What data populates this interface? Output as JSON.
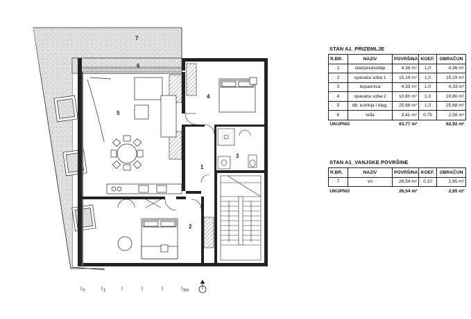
{
  "plan": {
    "room_numbers": [
      "7",
      "6",
      "5",
      "4",
      "3",
      "1",
      "2"
    ],
    "scale": {
      "ticks": [
        "0",
        "1",
        "5m"
      ]
    }
  },
  "table1": {
    "title": "STAN A1_PRIZEMLJE",
    "headers": [
      "R.BR.",
      "NAZIV",
      "POVRŠINA",
      "KOEF.",
      "OBRAČUN"
    ],
    "rows": [
      [
        "1",
        "ulaz/predsoblje",
        "4,36 m²",
        "1,0",
        "4,36 m²"
      ],
      [
        "2",
        "spavaća soba 1",
        "15,19 m²",
        "1,0",
        "15,19 m²"
      ],
      [
        "3",
        "kupaonica",
        "4,33 m²",
        "1,0",
        "4,33 m²"
      ],
      [
        "4",
        "spavaća soba 2",
        "10,80 m²",
        "1,0",
        "10,80 m²"
      ],
      [
        "5",
        "db, kuhinja i blag.",
        "25,68 m²",
        "1,0",
        "25,68 m²"
      ],
      [
        "6",
        "lođa",
        "3,41 m²",
        "0,75",
        "2,56 m²"
      ]
    ],
    "total": {
      "label": "UKUPNO",
      "area": "63,77 m²",
      "calc": "62,92 m²"
    }
  },
  "table2": {
    "title": "STAN A1_VANJSKE POVRŠINE",
    "headers": [
      "R.BR.",
      "NAZIV",
      "POVRŠINA",
      "KOEF.",
      "OBRAČUN"
    ],
    "rows": [
      [
        "7",
        "vrt",
        "26,54 m²",
        "0,10",
        "2,65 m²"
      ]
    ],
    "total": {
      "label": "UKUPNO",
      "area": "26,54 m²",
      "calc": "2,65 m²"
    }
  },
  "colors": {
    "line": "#222222",
    "hatch": "#9a9a9a",
    "paving": "#d9d9d9"
  }
}
